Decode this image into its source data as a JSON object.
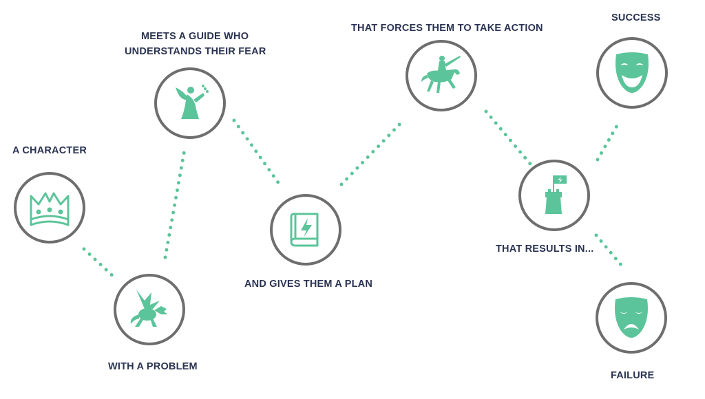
{
  "colors": {
    "accent": "#5cc49a",
    "ring": "#6e6e6e",
    "text": "#2a3352"
  },
  "steps": [
    {
      "label": "A CHARACTER",
      "icon": "crown-icon"
    },
    {
      "label": "WITH A PROBLEM",
      "icon": "dragon-icon"
    },
    {
      "label": "MEETS A GUIDE WHO",
      "label2": "UNDERSTANDS THEIR FEAR",
      "icon": "fairy-icon"
    },
    {
      "label": "AND GIVES THEM A PLAN",
      "icon": "book-icon"
    },
    {
      "label": "THAT FORCES THEM TO TAKE ACTION",
      "icon": "knight-on-horse-icon"
    },
    {
      "label": "THAT RESULTS IN...",
      "icon": "castle-tower-flag-icon"
    },
    {
      "label": "SUCCESS",
      "icon": "happy-mask-icon"
    },
    {
      "label": "FAILURE",
      "icon": "sad-mask-icon"
    }
  ]
}
